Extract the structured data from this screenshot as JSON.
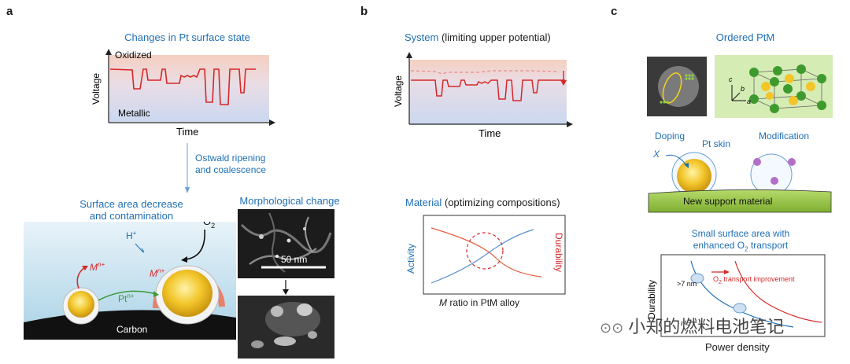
{
  "panel_a": {
    "letter": "a",
    "title": "Changes in Pt surface state",
    "oxidized": "Oxidized",
    "metallic": "Metallic",
    "voltage": "Voltage",
    "time": "Time",
    "arrow_label_line1": "Ostwald ripening",
    "arrow_label_line2": "and coalescence",
    "surface_line1": "Surface area decrease",
    "surface_line2": "and contamination",
    "morph_title": "Morphological change",
    "scale_bar": "50 nm",
    "o2": "O",
    "o2_sub": "2",
    "hplus": "H",
    "hplus_sup": "+",
    "mn_left": "M",
    "mn_left_sup": "n+",
    "mn_right": "M",
    "mn_right_sup": "n+",
    "pt": "Pt",
    "pt_sup": "n+",
    "carbon": "Carbon"
  },
  "panel_b": {
    "letter": "b",
    "system_label": "System",
    "system_rest": " (limiting upper potential)",
    "voltage": "Voltage",
    "time": "Time",
    "material_label": "Material",
    "material_rest": " (optimizing compositions)",
    "activity": "Activity",
    "durability": "Durability",
    "xaxis_m": "M",
    "xaxis_rest": " ratio in PtM alloy"
  },
  "panel_c": {
    "letter": "c",
    "ordered_title": "Ordered PtM",
    "axis_c": "c",
    "axis_b": "b",
    "axis_a": "a",
    "doping": "Doping",
    "pt_skin": "Pt skin",
    "modification": "Modification",
    "x_label": "X",
    "support": "New support material",
    "small_sa_line1": "Small surface area with",
    "small_sa_line2_pre": "enhanced O",
    "small_sa_line2_sub": "2",
    "small_sa_line2_post": " transport",
    "durability": "Durability",
    "nm_label": ">7 nm",
    "o2_improve_pre": "O",
    "o2_improve_sub": "2",
    "o2_improve_post": " transport improvement",
    "power_density": "Power density"
  },
  "watermark": "小郑的燃料电池笔记",
  "colors": {
    "accent_blue": "#1f6fb5",
    "red": "#d62828",
    "oxidized_band": "#f6d3c6",
    "metallic_band": "#cfdaf0",
    "gold": "#e3b41f",
    "support_green": "#8fc23e"
  }
}
